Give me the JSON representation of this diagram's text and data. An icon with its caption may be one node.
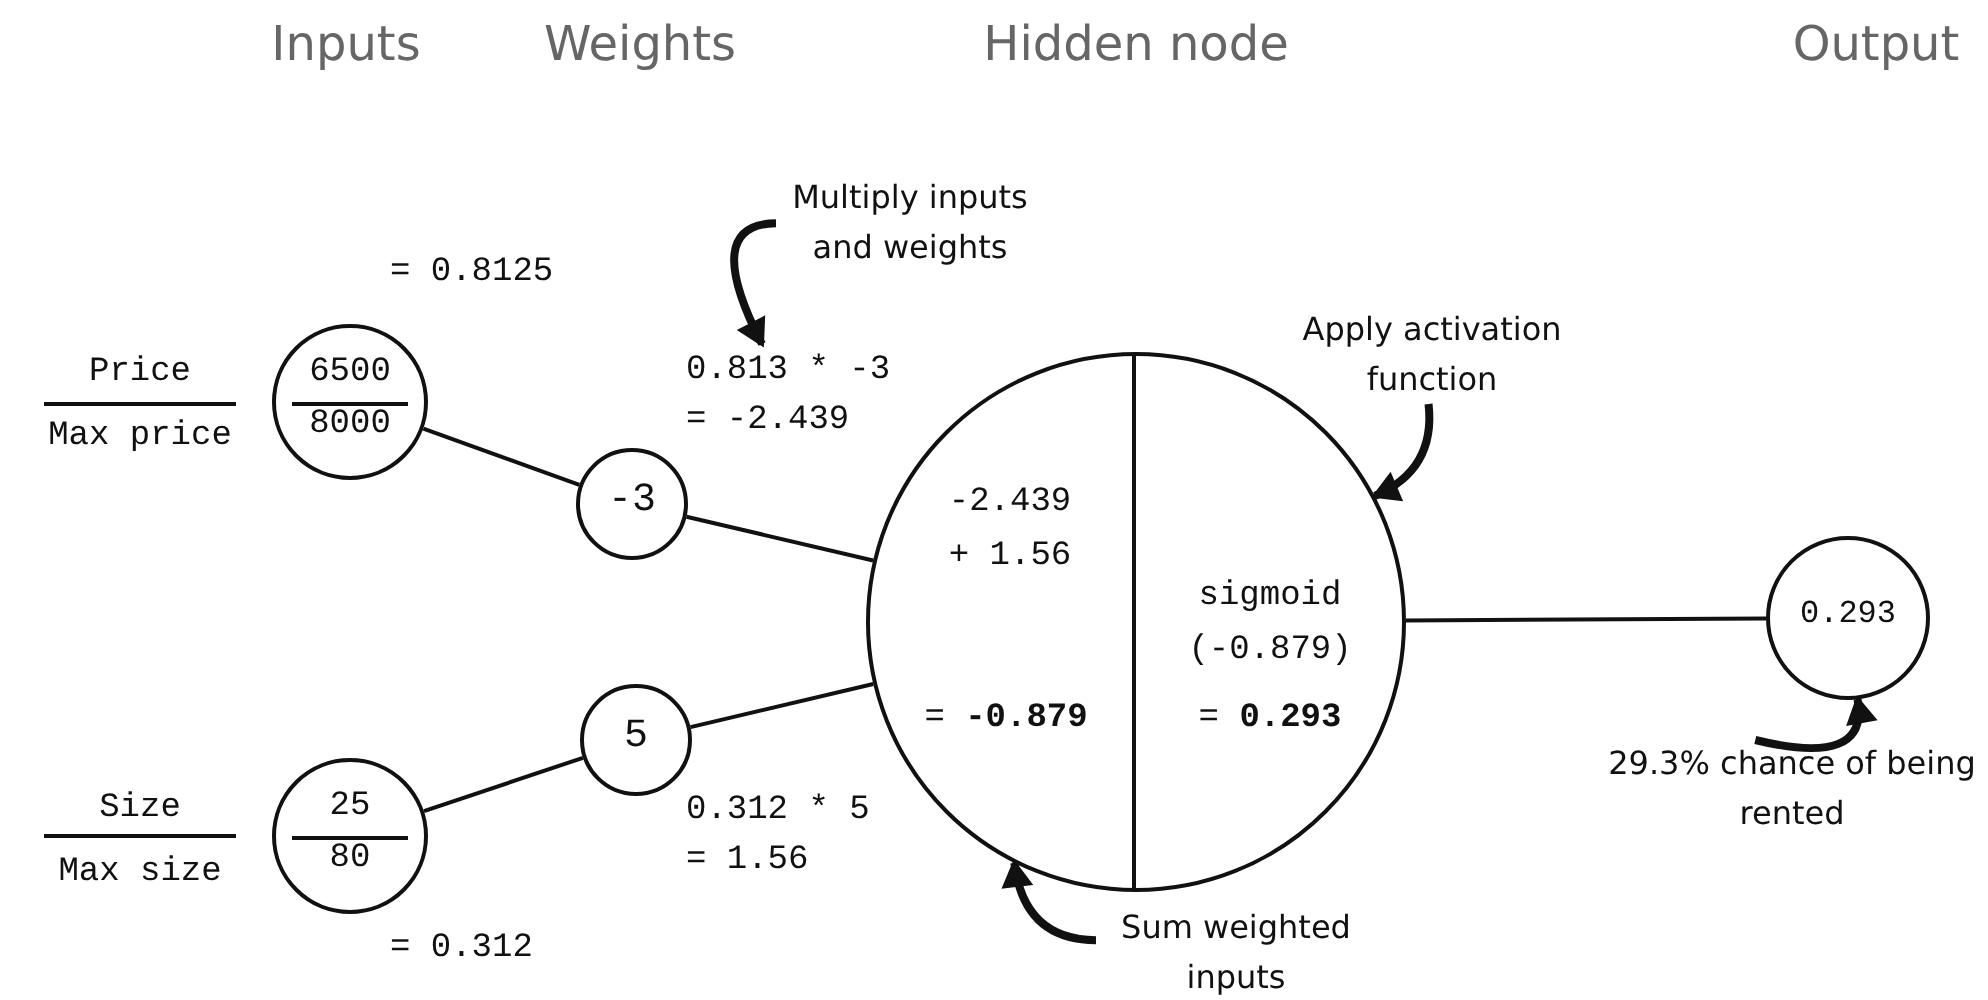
{
  "diagram": {
    "nodes": [
      {
        "text": [
          "6500",
          "8000"
        ]
      },
      {
        "text": [
          "25",
          "80"
        ]
      },
      {
        "text": [
          "-3"
        ]
      },
      {
        "text": [
          "5"
        ]
      },
      {
        "text": [
          "-2.439 + 1.56",
          "= **-0.879**",
          "sigmoid (-0.879)",
          "= **0.293**"
        ]
      },
      {
        "text": [
          "0.293"
        ]
      },
      {
        "text": [
          "Multiply inputs and weights"
        ]
      },
      {
        "text": [
          "Apply activation function"
        ]
      },
      {
        "text": [
          "Sum weighted inputs"
        ]
      },
      {
        "text": [
          "29.3% chance of being rented"
        ]
      },
      {
        "text": [
          "0.813 * -3 = -2.439"
        ]
      },
      {
        "text": [
          "0.312 * 5 = 1.56"
        ]
      }
    ],
    "edges": [
      {
        "from": 0,
        "to": 2,
        "arrow": "none"
      },
      {
        "from": 2,
        "to": 4,
        "arrow": "none"
      },
      {
        "from": 1,
        "to": 3,
        "arrow": "none"
      },
      {
        "from": 3,
        "to": 4,
        "arrow": "none"
      },
      {
        "from": 4,
        "to": 5,
        "arrow": "none"
      },
      {
        "from": 6,
        "to": 10,
        "arrow": "to",
        "style": "thick"
      },
      {
        "from": 7,
        "to": 4,
        "arrow": "to",
        "style": "thick"
      },
      {
        "from": 8,
        "to": 4,
        "arrow": "to",
        "style": "thick"
      },
      {
        "from": 9,
        "to": 5,
        "arrow": "to",
        "style": "thick"
      }
    ],
    "labels": [
      "Inputs",
      "Weights",
      "Hidden node",
      "Output",
      "= 0.8125",
      "Price",
      "Max price",
      "Size",
      "Max size",
      "= 0.312"
    ]
  }
}
